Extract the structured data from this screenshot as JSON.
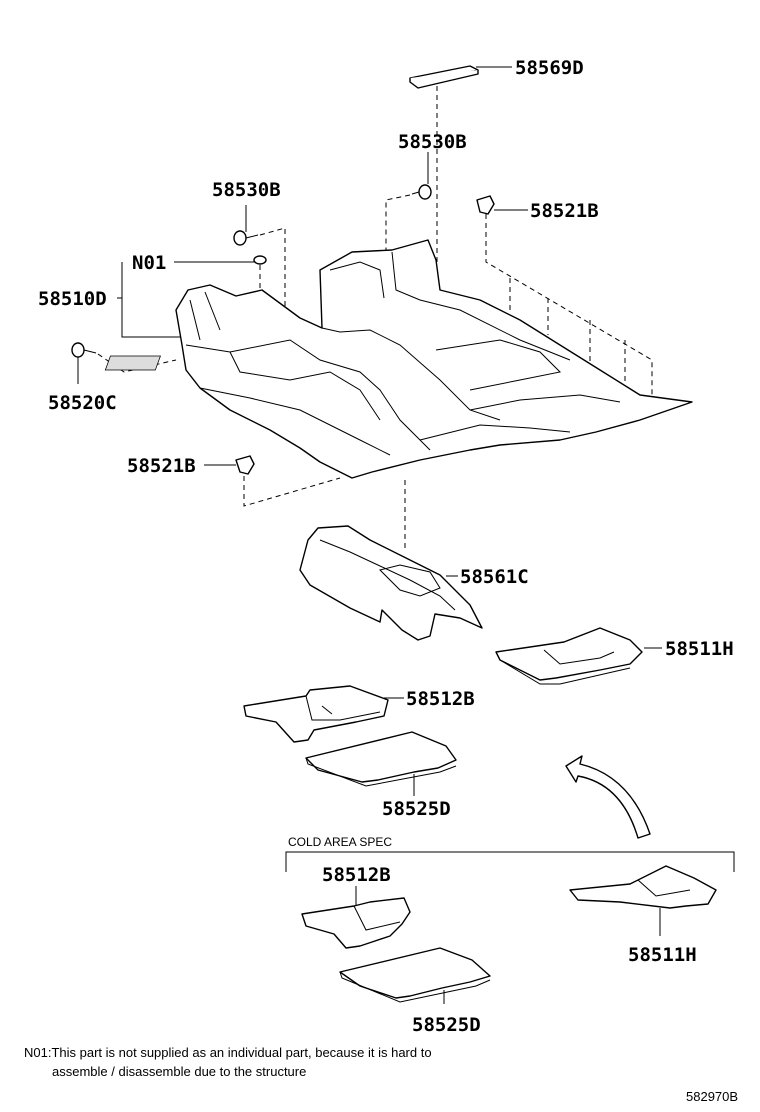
{
  "parts": {
    "p58569D": "58569D",
    "p58530B_right": "58530B",
    "p58521B_top": "58521B",
    "p58530B_left": "58530B",
    "pN01": "N01",
    "p58510D": "58510D",
    "p58520C": "58520C",
    "p58521B_left": "58521B",
    "p58561C": "58561C",
    "p58511H_top": "58511H",
    "p58512B_top": "58512B",
    "p58525D_top": "58525D",
    "p58512B_cold": "58512B",
    "p58511H_cold": "58511H",
    "p58525D_cold": "58525D"
  },
  "cold_area_label": "COLD AREA SPEC",
  "note": {
    "line1": "N01:This part is not supplied as an individual part, because it is hard to",
    "line2": "assemble / disassemble due to the structure"
  },
  "diagram_id": "582970B"
}
